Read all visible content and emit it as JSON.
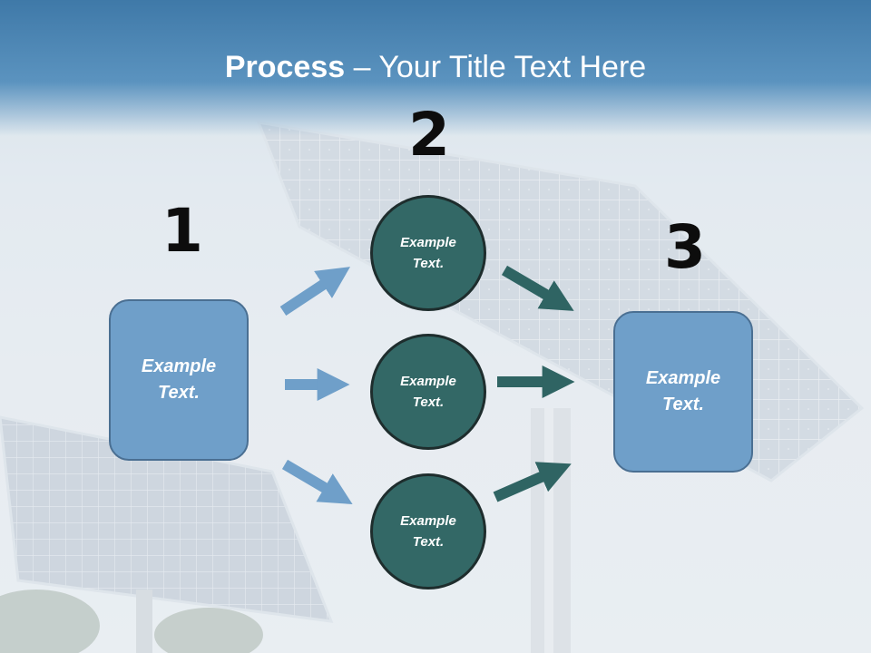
{
  "slide": {
    "title_bold": "Process",
    "title_rest": " – Your Title Text Here",
    "steps": [
      "1",
      "2",
      "3"
    ],
    "left_box": [
      "Example",
      "Text."
    ],
    "circles": [
      [
        "Example",
        "Text."
      ],
      [
        "Example",
        "Text."
      ],
      [
        "Example",
        "Text."
      ]
    ],
    "right_box": [
      "Example",
      "Text."
    ]
  },
  "colors": {
    "title_band": "#4a86b6",
    "box_fill": "#6f9fc9",
    "circle_fill": "#336866",
    "arrow_light": "#6f9fc9",
    "arrow_dark": "#2f6463"
  }
}
